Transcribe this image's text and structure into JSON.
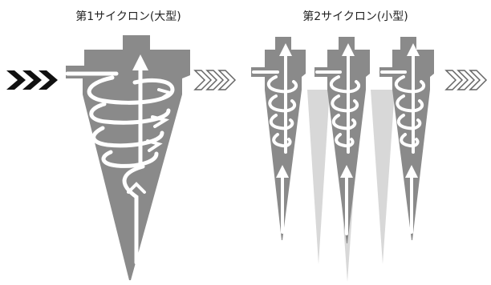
{
  "labels": {
    "first_cyclone": "第1サイクロン(大型)",
    "second_cyclone": "第2サイクロン(小型)"
  },
  "colors": {
    "cyclone_body": "#8a8a8a",
    "shadow_cone": "#d8d8d8",
    "flow_line": "#ffffff",
    "arrow_dark": "#111111",
    "arrow_outline": "#666666"
  },
  "icons": {
    "inlet_arrows": "triple-chevron-right-solid",
    "mid_arrows": "triple-chevron-right-outline",
    "outlet_arrows": "triple-chevron-right-outline"
  }
}
